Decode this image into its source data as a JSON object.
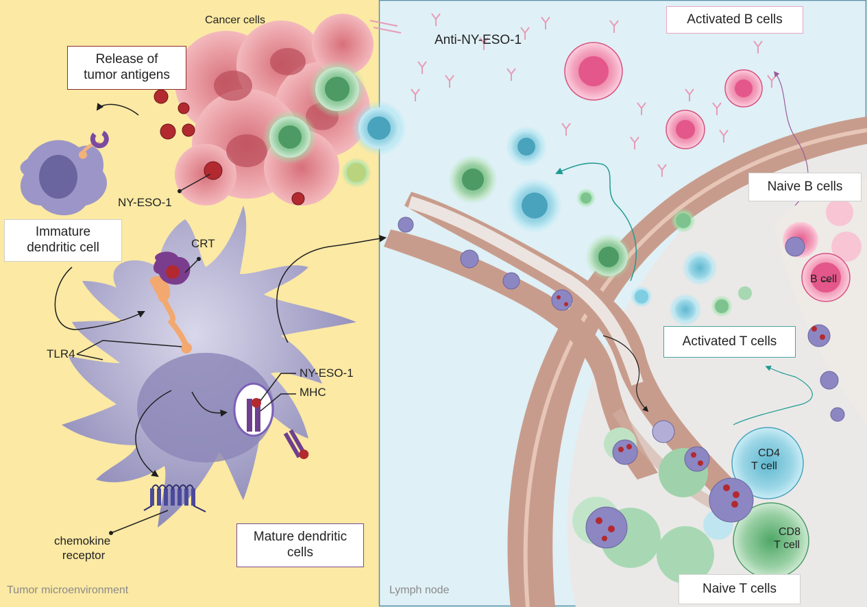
{
  "panels": {
    "left": "Tumor microenvironment",
    "right": "Lymph node"
  },
  "labels": {
    "cancer_cells": "Cancer cells",
    "anti_ny_eso_1": "Anti-NY-ESO-1",
    "ny_eso_1_top": "NY-ESO-1",
    "crt": "CRT",
    "tlr4": "TLR4",
    "ny_eso_1_mhc": "NY-ESO-1",
    "mhc": "MHC",
    "chemokine_line1": "chemokine",
    "chemokine_line2": "receptor",
    "b_cell": "B cell",
    "cd4_line1": "CD4",
    "cd4_line2": "T cell",
    "cd8_line1": "CD8",
    "cd8_line2": "T cell"
  },
  "boxes": {
    "release_line1": "Release of",
    "release_line2": "tumor antigens",
    "immature_line1": "Immature",
    "immature_line2": "dendritic cell",
    "mature_line1": "Mature dendritic",
    "mature_line2": "cells",
    "activated_b": "Activated B cells",
    "naive_b": "Naive B cells",
    "activated_t": "Activated T cells",
    "naive_t": "Naive T cells"
  },
  "colors": {
    "tumor_bg": "#fbe9a4",
    "lymph_bg": "#dff0f6",
    "dendritic": "#9b96c7",
    "cancer": "#e39a9f",
    "antigen": "#b22a2f",
    "b_cell": "#f07fa4",
    "t_cell_green": "#7fbf8c",
    "t_cell_blue": "#7fcde0",
    "vessel": "#c89c8c",
    "arrow_teal": "#1f9a92",
    "arrow_purple": "#9a5a9c"
  }
}
